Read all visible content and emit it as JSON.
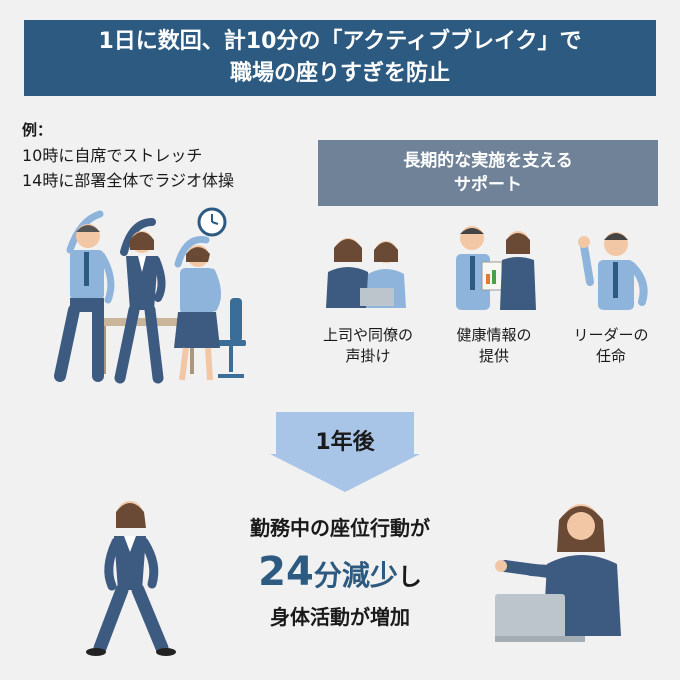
{
  "title": {
    "line1": "1日に数回、計10分の「アクティブブレイク」で",
    "line2": "職場の座りすぎを防止"
  },
  "example": {
    "heading": "例：",
    "items": [
      "10時に自席でストレッチ",
      "14時に部署全体でラジオ体操"
    ]
  },
  "support": {
    "header_line1": "長期的な実施を支える",
    "header_line2": "サポート",
    "items": [
      {
        "line1": "上司や同僚の",
        "line2": "声掛け"
      },
      {
        "line1": "健康情報の",
        "line2": "提供"
      },
      {
        "line1": "リーダーの",
        "line2": "任命"
      }
    ]
  },
  "after": {
    "label": "1年後"
  },
  "result": {
    "line1": "勤務中の座位行動が",
    "number": "24",
    "unit": "分減少",
    "suffix": "し",
    "line3": "身体活動が増加"
  },
  "colors": {
    "banner": "#2d5a80",
    "support_header": "#6f8298",
    "arrow": "#a8c5e8",
    "accent_number": "#2d5a80",
    "suit": "#3d5a80",
    "shirt": "#8fb4dc"
  }
}
